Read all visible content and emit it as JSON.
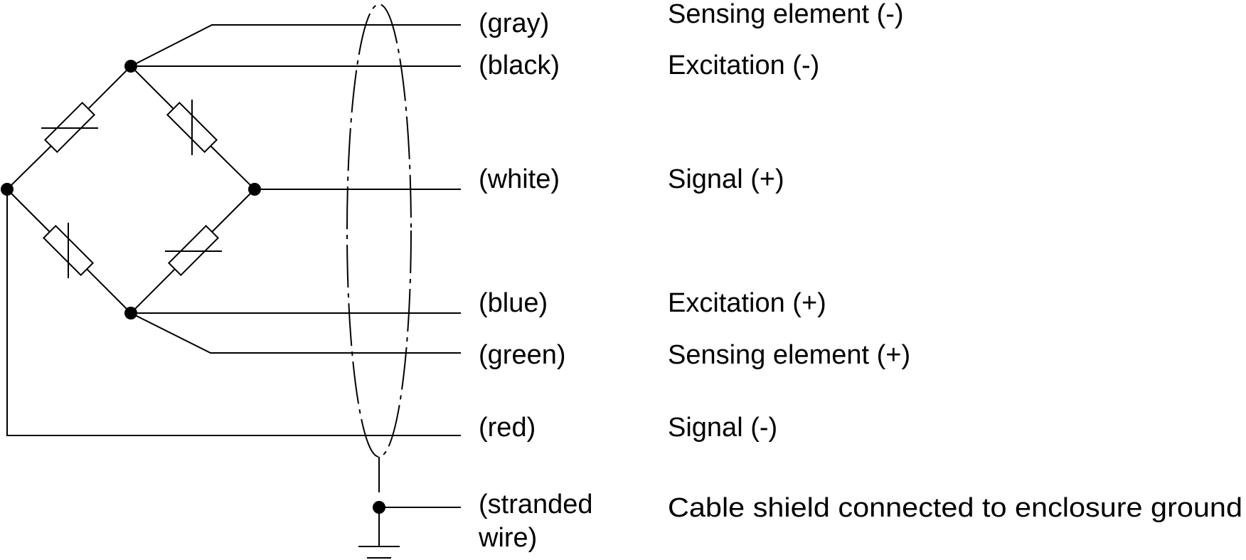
{
  "wires": [
    {
      "color_label": "(gray)",
      "function_label": "Sensing element (-)"
    },
    {
      "color_label": "(black)",
      "function_label": "Excitation (-)"
    },
    {
      "color_label": "(white)",
      "function_label": "Signal (+)"
    },
    {
      "color_label": "(blue)",
      "function_label": "Excitation (+)"
    },
    {
      "color_label": "(green)",
      "function_label": "Sensing element (+)"
    },
    {
      "color_label": "(red)",
      "function_label": "Signal (-)"
    }
  ],
  "shield_wire": {
    "color_label_line1": "(stranded",
    "color_label_line2": "wire)",
    "function_label": "Cable shield connected to enclosure ground"
  },
  "colors": {
    "line": "#000000",
    "background": "#ffffff"
  }
}
